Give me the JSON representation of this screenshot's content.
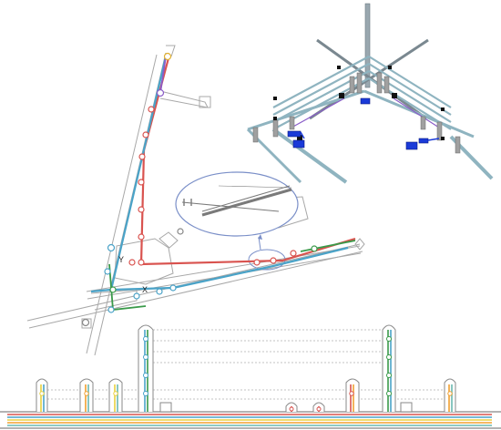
{
  "figure": {
    "panels": [
      {
        "id": "plan-view",
        "labels": {
          "point_y": "Y",
          "point_x": "X"
        }
      },
      {
        "id": "isometric-view"
      },
      {
        "id": "section-view"
      }
    ]
  },
  "colors": {
    "line_red": "#d9534f",
    "line_blue": "#4aa3c8",
    "line_green": "#3a9a4a",
    "line_purple": "#8a5cc8",
    "line_orange": "#f0a030",
    "line_yellow": "#e8d040",
    "line_teal": "#6ab8b0",
    "structure_grey": "#9a9a9a",
    "iso_beam": "#8fb4c0",
    "iso_blue": "#1a3ad8",
    "zoom_ellipse": "#7a8fc8"
  }
}
